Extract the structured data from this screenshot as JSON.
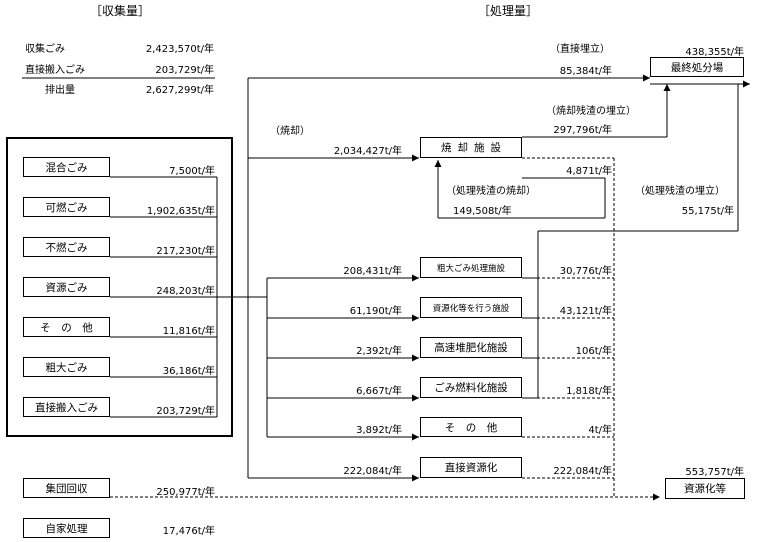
{
  "headers": {
    "collection": "［収集量］",
    "treatment": "［処理量］"
  },
  "summary": [
    {
      "label": "収集ごみ",
      "value": "2,423,570t/年"
    },
    {
      "label": "直接搬入ごみ",
      "value": "203,729t/年"
    },
    {
      "label": "排出量",
      "value": "2,627,299t/年"
    }
  ],
  "sources": [
    {
      "label": "混合ごみ",
      "value": "7,500t/年"
    },
    {
      "label": "可燃ごみ",
      "value": "1,902,635t/年"
    },
    {
      "label": "不燃ごみ",
      "value": "217,230t/年"
    },
    {
      "label": "資源ごみ",
      "value": "248,203t/年"
    },
    {
      "label": "そ　の　他",
      "value": "11,816t/年"
    },
    {
      "label": "粗大ごみ",
      "value": "36,186t/年"
    },
    {
      "label": "直接搬入ごみ",
      "value": "203,729t/年"
    }
  ],
  "group_collection": {
    "label": "集団回収",
    "value": "250,977t/年"
  },
  "self_disposal": {
    "label": "自家処理",
    "value": "17,476t/年"
  },
  "landfill": {
    "label": "最終処分場",
    "total": "438,355t/年",
    "direct_caption": "（直接埋立）",
    "direct_value": "85,384t/年"
  },
  "incineration": {
    "label": "焼却施設",
    "caption": "（焼却）",
    "input": "2,034,427t/年",
    "residue_caption": "（焼却残渣の埋立）",
    "residue_value": "297,796t/年",
    "misc_value": "4,871t/年"
  },
  "residue_incineration": {
    "caption": "（処理残渣の焼却）",
    "value": "149,508t/年"
  },
  "residue_landfill": {
    "caption": "（処理残渣の埋立）",
    "value": "55,175t/年"
  },
  "facilities": [
    {
      "label": "粗大ごみ処理施設",
      "input": "208,431t/年",
      "output": "30,776t/年"
    },
    {
      "label": "資源化等を行う施設",
      "input": "61,190t/年",
      "output": "43,121t/年"
    },
    {
      "label": "高速堆肥化施設",
      "input": "2,392t/年",
      "output": "106t/年"
    },
    {
      "label": "ごみ燃料化施設",
      "input": "6,667t/年",
      "output": "1,818t/年"
    },
    {
      "label": "そ　の　他",
      "input": "3,892t/年",
      "output": "4t/年"
    }
  ],
  "direct_recycling": {
    "label": "直接資源化",
    "input": "222,084t/年",
    "output": "222,084t/年"
  },
  "recycling": {
    "label": "資源化等",
    "total": "553,757t/年"
  }
}
